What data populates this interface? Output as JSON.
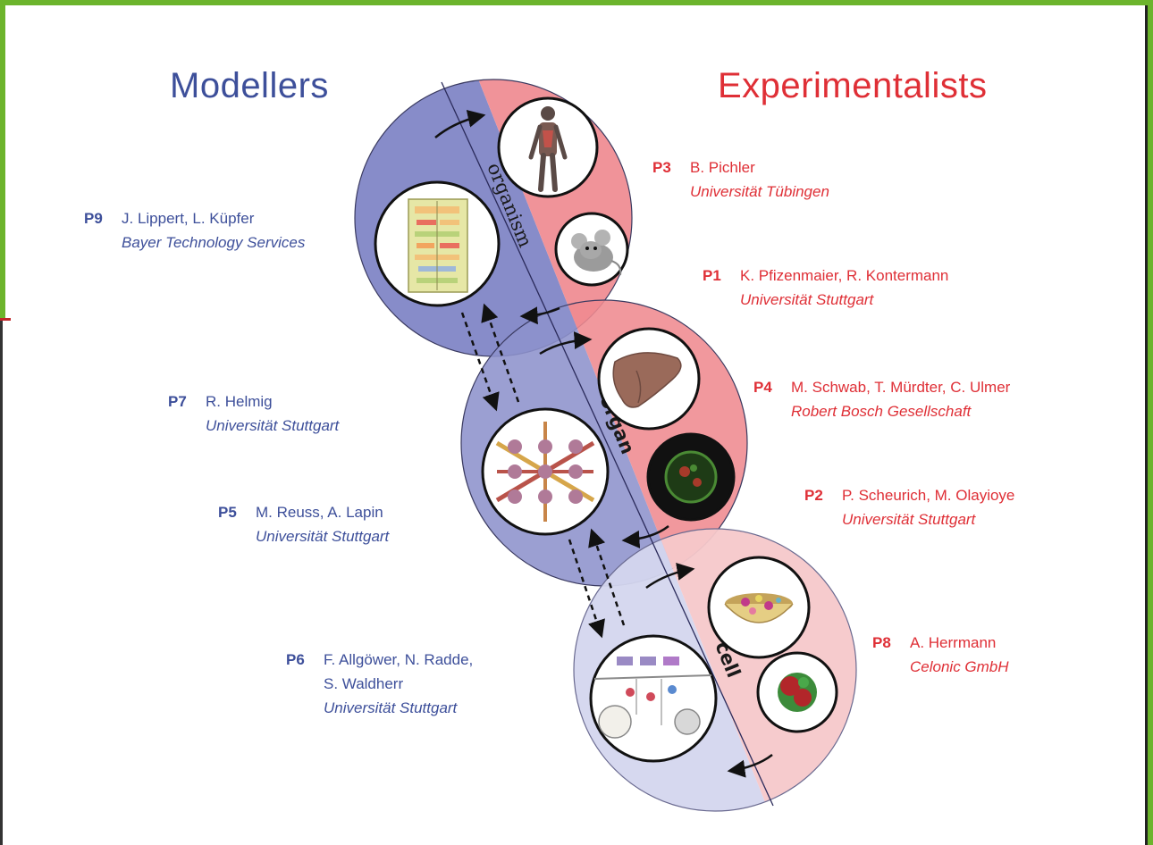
{
  "headers": {
    "modellers": "Modellers",
    "experimentalists": "Experimentalists"
  },
  "scales": {
    "organism": "organism",
    "organ": "organ",
    "cell": "cell"
  },
  "projects": {
    "p9": {
      "id": "P9",
      "names": "J. Lippert, L. Küpfer",
      "institution": "Bayer Technology Services"
    },
    "p3": {
      "id": "P3",
      "names": "B. Pichler",
      "institution": "Universität Tübingen"
    },
    "p1": {
      "id": "P1",
      "names": "K. Pfizenmaier, R. Kontermann",
      "institution": "Universität Stuttgart"
    },
    "p7": {
      "id": "P7",
      "names": "R. Helmig",
      "institution": "Universität Stuttgart"
    },
    "p4": {
      "id": "P4",
      "names": "M. Schwab, T. Mürdter, C. Ulmer",
      "institution": "Robert Bosch Gesellschaft"
    },
    "p5": {
      "id": "P5",
      "names": "M. Reuss, A. Lapin",
      "institution": "Universität Stuttgart"
    },
    "p2": {
      "id": "P2",
      "names": "P. Scheurich, M. Olayioye",
      "institution": "Universität Stuttgart"
    },
    "p8": {
      "id": "P8",
      "names": "A. Herrmann",
      "institution": "Celonic GmbH"
    },
    "p6": {
      "id": "P6",
      "names_line1": "F. Allgöwer, N. Radde,",
      "names_line2": "S. Waldherr",
      "institution": "Universität Stuttgart"
    }
  },
  "colors": {
    "modeller_blue": "#3d4f9a",
    "experimentalist_red": "#df2f36",
    "frame_green": "#6cb42c"
  },
  "icons": [
    "human-body-icon",
    "mouse-icon",
    "pathway-model-icon",
    "liver-icon",
    "tumor-section-icon",
    "tissue-grid-model-icon",
    "cell-culture-icon",
    "cell-cluster-icon",
    "signaling-network-icon"
  ]
}
